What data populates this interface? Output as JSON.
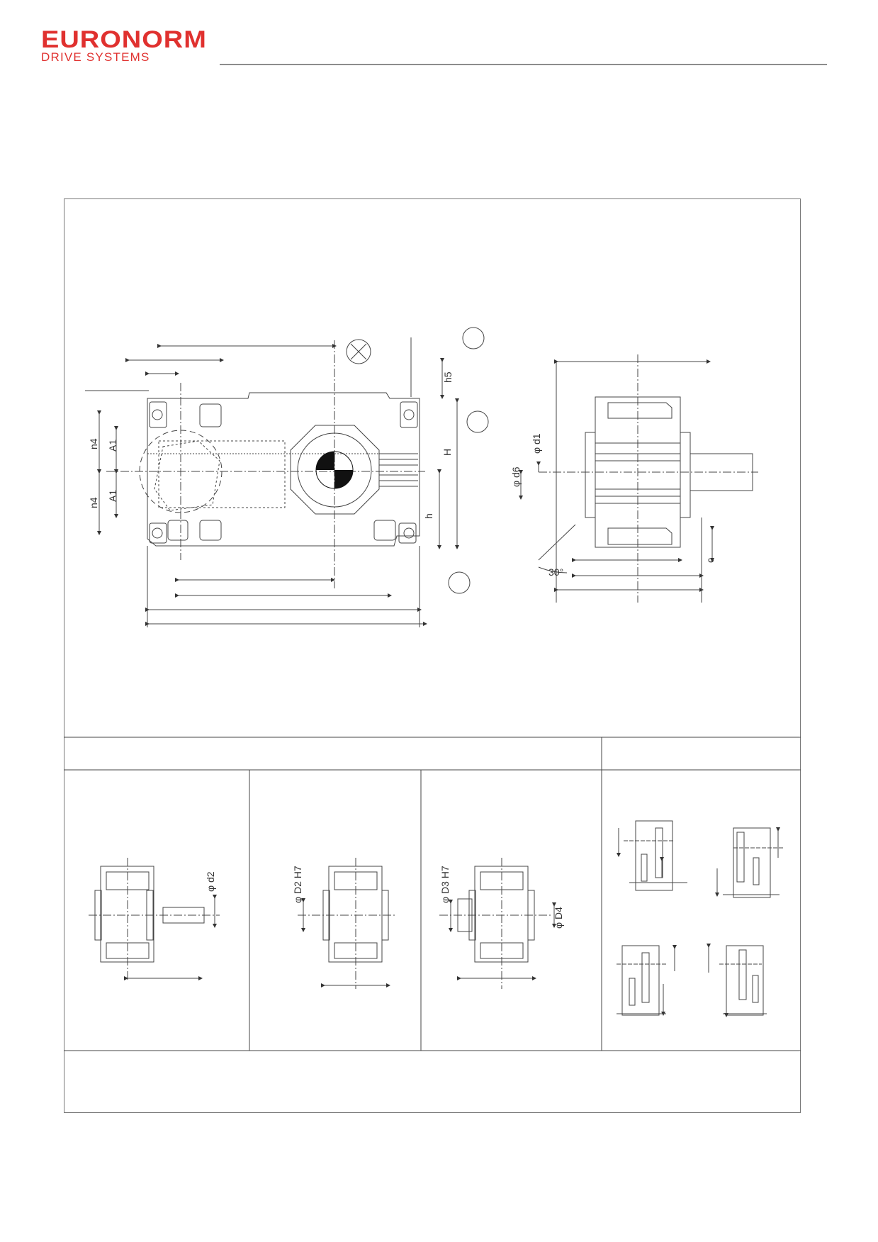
{
  "brand": {
    "name": "EURONORM",
    "subtitle": "DRIVE SYSTEMS",
    "color": "#e0312f"
  },
  "drawing_labels": {
    "main_view": [
      "n4",
      "A1",
      "A1",
      "n4",
      "H",
      "h",
      "h5"
    ],
    "side_view": [
      "φ d1",
      "φ d6",
      "c",
      "30°"
    ],
    "shaft_variants": [
      "φ d2",
      "φ D2 H7",
      "φ D3 H7",
      "φ D4"
    ]
  }
}
